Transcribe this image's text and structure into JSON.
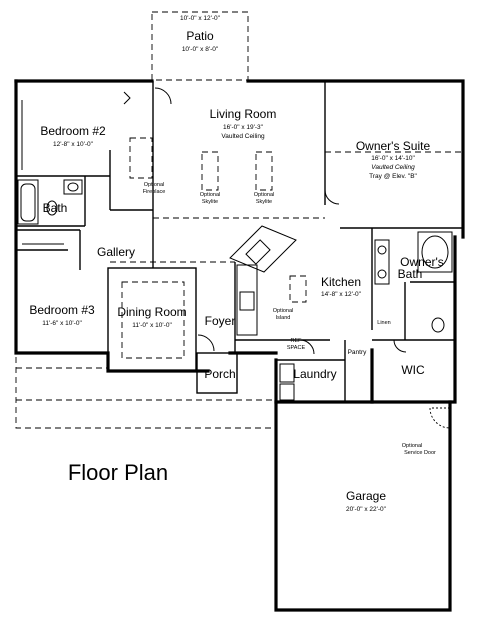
{
  "title": "Floor Plan",
  "rooms": {
    "patio": {
      "name": "Patio",
      "dim_top": "10'-0\" x 12'-0\"",
      "dim": "10'-0\" x 8'-0\""
    },
    "living_room": {
      "name": "Living Room",
      "dim": "16'-0\" x 19'-3\"",
      "note": "Vaulted Ceiling"
    },
    "owners_suite": {
      "name": "Owner's Suite",
      "dim": "16'-0\" x 14'-10\"",
      "note": "Vaulted Ceiling",
      "note2": "Tray @ Elev. \"B\""
    },
    "bedroom2": {
      "name": "Bedroom #2",
      "dim": "12'-8\" x 10'-0\""
    },
    "bath": {
      "name": "Bath"
    },
    "gallery": {
      "name": "Gallery"
    },
    "bedroom3": {
      "name": "Bedroom #3",
      "dim": "11'-6\" x 10'-0\""
    },
    "dining_room": {
      "name": "Dining Room",
      "dim": "11'-0\" x 10'-0\""
    },
    "foyer": {
      "name": "Foyer"
    },
    "porch": {
      "name": "Porch"
    },
    "kitchen": {
      "name": "Kitchen",
      "dim": "14'-8\" x 12'-0\""
    },
    "owners_bath": {
      "name1": "Owner's",
      "name2": "Bath"
    },
    "linen": {
      "name": "Linen"
    },
    "pantry": {
      "name": "Pantry"
    },
    "laundry": {
      "name": "Laundry"
    },
    "wic": {
      "name": "WIC"
    },
    "garage": {
      "name": "Garage",
      "dim": "20'-0\" x 22'-0\""
    }
  },
  "notes": {
    "optional_fireplace_1": "Optional",
    "optional_fireplace_2": "Fireplace",
    "optional_skylite_1": "Optional",
    "optional_skylite_2": "Skylite",
    "optional_skylite_b1": "Optional",
    "optional_skylite_b2": "Skylite",
    "optional_island_1": "Optional",
    "optional_island_2": "Island",
    "ref_space_1": "REF",
    "ref_space_2": "SPACE",
    "optional_service_door_1": "Optional",
    "optional_service_door_2": "Service Door"
  }
}
